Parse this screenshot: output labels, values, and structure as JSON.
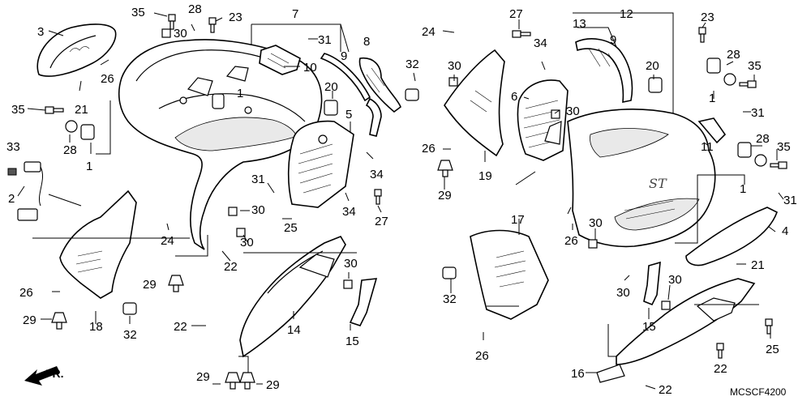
{
  "diagram": {
    "code": "MCSCF4200",
    "direction_label": "FR.",
    "labels": {
      "L35a": "35",
      "L28a": "28",
      "L23a": "23",
      "L7": "7",
      "L3": "3",
      "L30a": "30",
      "L31a": "31",
      "L8": "8",
      "L9a": "9",
      "L10": "10",
      "L26a": "26",
      "L21a": "21",
      "L1a": "1",
      "L20a": "20",
      "L5": "5",
      "L35b": "35",
      "L28b": "28",
      "L1b": "1",
      "L33": "33",
      "L2": "2",
      "L34a": "34",
      "L34b": "34",
      "L27a": "27",
      "L31b": "31",
      "L30b": "30",
      "L24a": "24",
      "L25a": "25",
      "L30c": "30",
      "L22a": "22",
      "L29a": "29",
      "L30d": "30",
      "L26b": "26",
      "L29b": "29",
      "L18": "18",
      "L32a": "32",
      "L22b": "22",
      "L14": "14",
      "L15a": "15",
      "L29c": "29",
      "L29d": "29",
      "L24b": "24",
      "L27b": "27",
      "L13": "13",
      "L12": "12",
      "L9b": "9",
      "L23b": "23",
      "L32b": "32",
      "L30e": "30",
      "L34c": "34",
      "L20b": "20",
      "L28c": "28",
      "L35c": "35",
      "L1c": "1",
      "L6": "6",
      "L30f": "30",
      "L31c": "31",
      "L26c": "26",
      "L19": "19",
      "L29e": "29",
      "L11": "11",
      "L28d": "28",
      "L35d": "35",
      "L1d": "1",
      "L31d": "31",
      "L4": "4",
      "L17": "17",
      "L26d": "26",
      "L30g": "30",
      "L21b": "21",
      "L32c": "32",
      "L30h": "30",
      "L30i": "30",
      "L15b": "15",
      "L26e": "26",
      "L22c": "22",
      "L25b": "25",
      "L16": "16",
      "L22d": "22"
    }
  }
}
